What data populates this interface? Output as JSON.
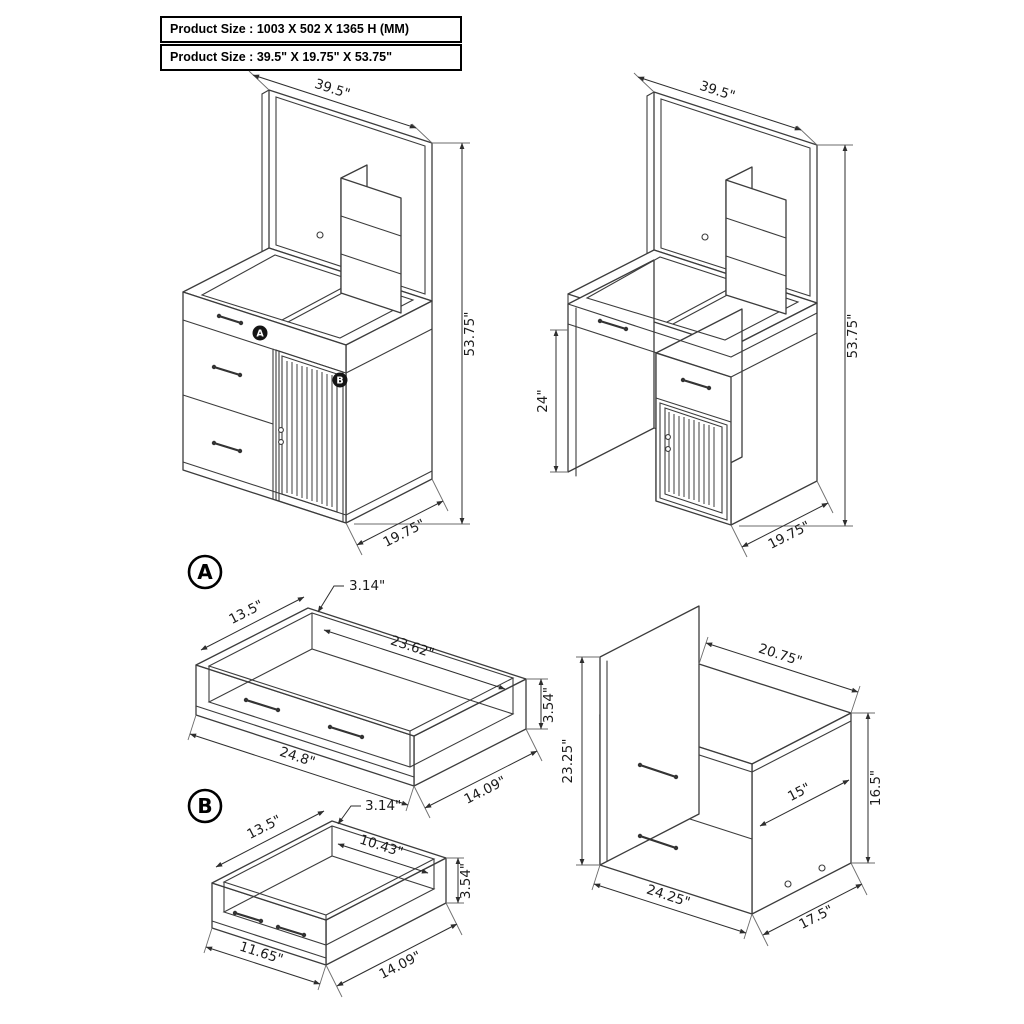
{
  "header": {
    "line1": "Product Size : 1003 X 502 X 1365 H (MM)",
    "line2": "Product Size : 39.5\" X 19.75\" X 53.75\""
  },
  "vanity_left": {
    "width": "39.5\"",
    "height": "53.75\"",
    "depth": "19.75\"",
    "marker_a": "A",
    "marker_b": "B"
  },
  "vanity_right": {
    "width": "39.5\"",
    "height": "53.75\"",
    "depth": "19.75\"",
    "knee_height": "24\""
  },
  "drawer_a": {
    "marker": "A",
    "lip": "3.14\"",
    "inner_depth": "13.5\"",
    "inner_width": "23.62\"",
    "height": "3.54\"",
    "outer_width": "24.8\"",
    "outer_depth": "14.09\""
  },
  "drawer_b": {
    "marker": "B",
    "lip": "3.14\"",
    "inner_depth": "13.5\"",
    "inner_width": "10.43\"",
    "height": "3.54\"",
    "outer_width": "11.65\"",
    "outer_depth": "14.09\""
  },
  "pedestal": {
    "total_height": "23.25\"",
    "top_depth": "20.75\"",
    "drawer_depth": "15\"",
    "cabinet_height": "16.5\"",
    "width": "24.25\"",
    "depth": "17.5\""
  }
}
